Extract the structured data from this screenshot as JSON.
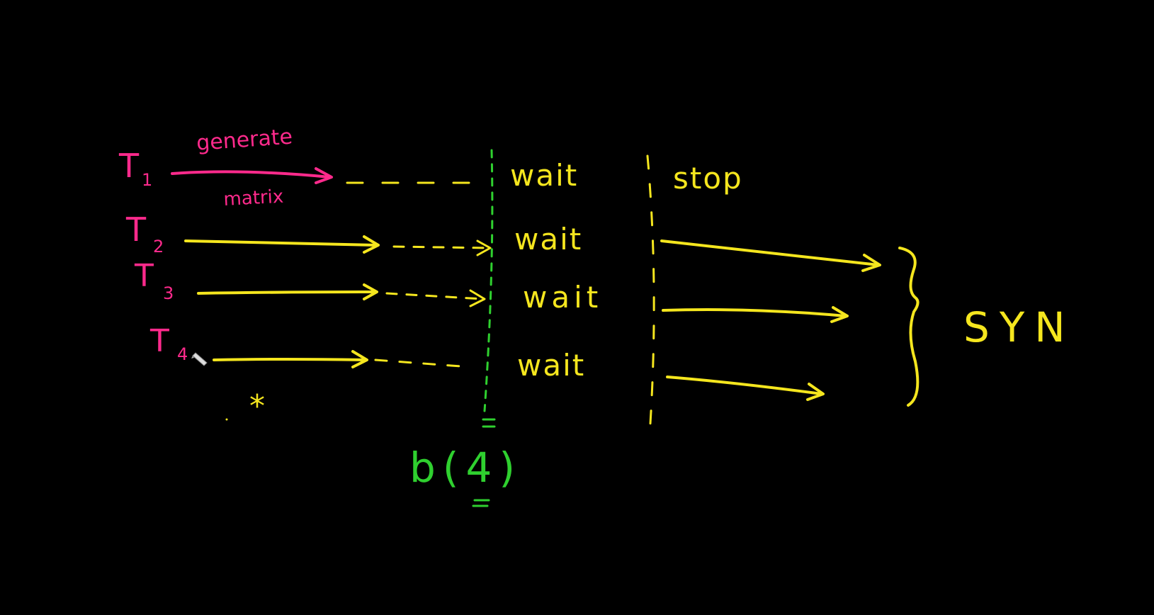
{
  "colors": {
    "background": "#000000",
    "magenta": "#ff2a8c",
    "yellow": "#f5e61e",
    "green": "#2fd02f"
  },
  "threads": [
    {
      "label": "T",
      "subscript": "1",
      "wait_label": "wait"
    },
    {
      "label": "T",
      "subscript": "2",
      "wait_label": "wait"
    },
    {
      "label": "T",
      "subscript": "3",
      "wait_label": "wait"
    },
    {
      "label": "T",
      "subscript": "4",
      "wait_label": "wait"
    }
  ],
  "arrow_labels": {
    "above": "generate",
    "below": "matrix"
  },
  "barrier": {
    "label": "b(4)"
  },
  "stop_label": "stop",
  "sync_label": "SYN",
  "asterisk": "*",
  "icons": {
    "cursor": "pencil-cursor-icon"
  }
}
